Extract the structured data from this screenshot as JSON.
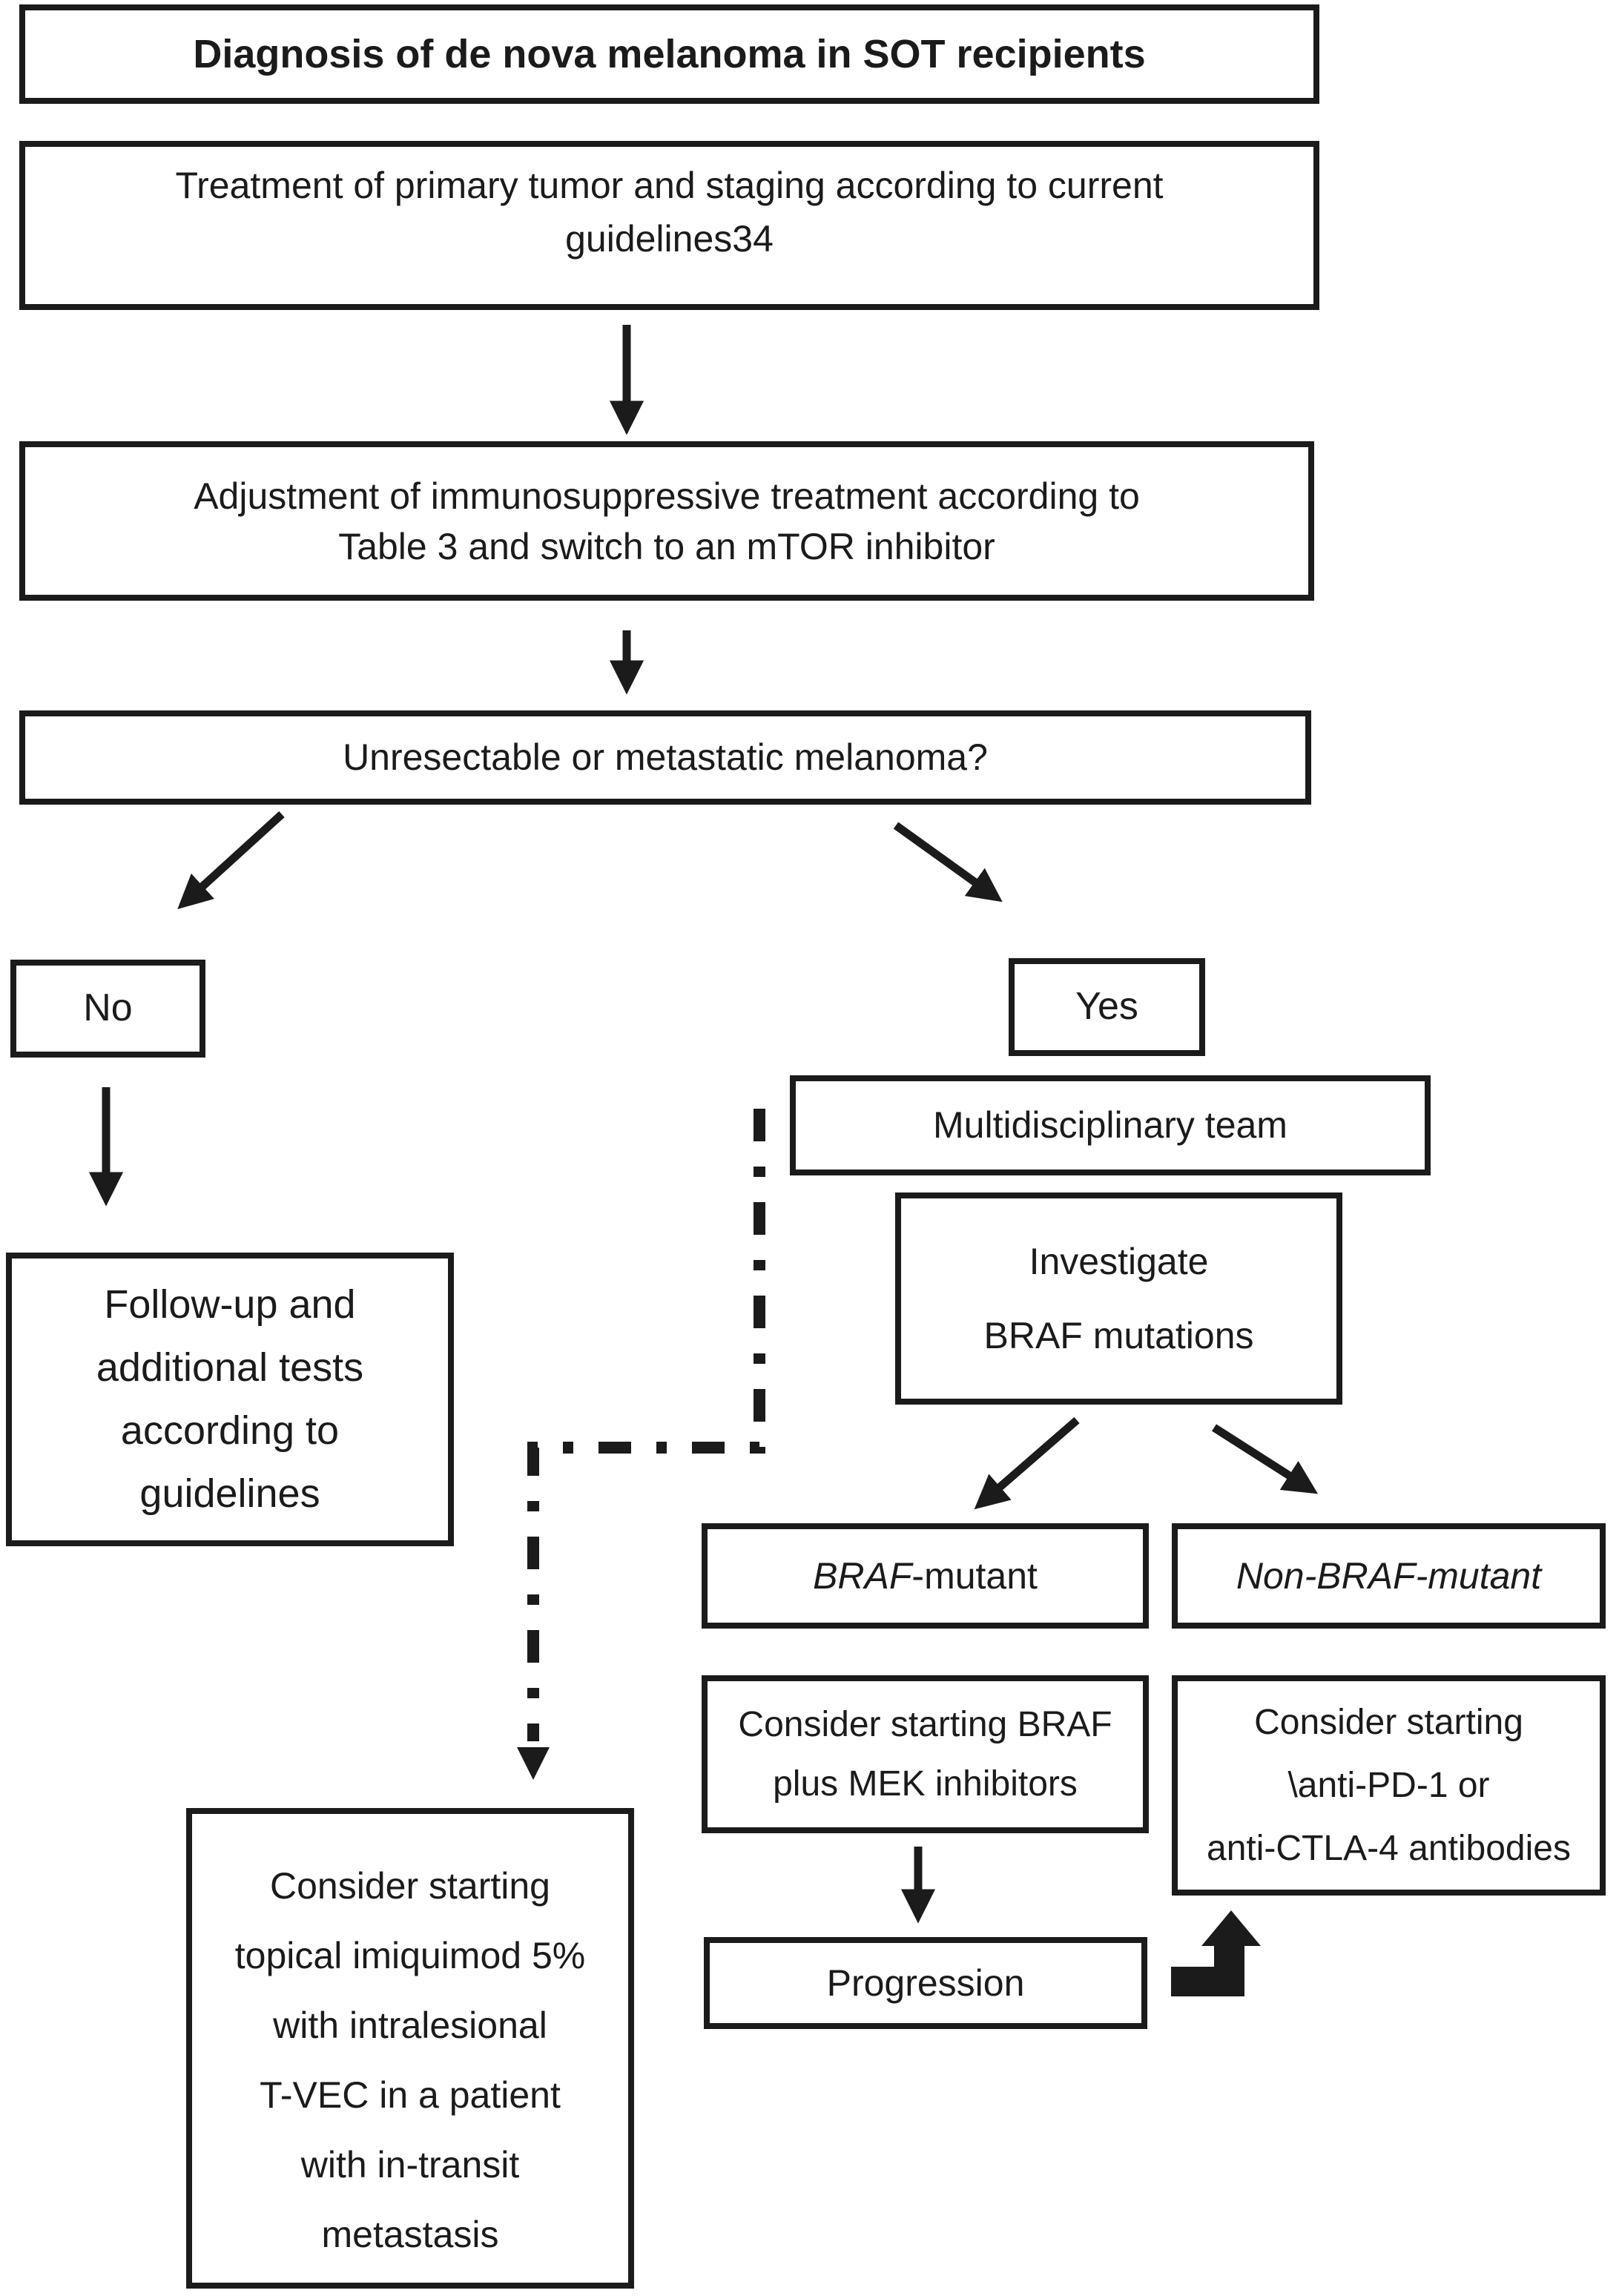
{
  "colors": {
    "ink": "#1b1b1b",
    "background": "#ffffff"
  },
  "diagram": {
    "title": "Diagnosis of de nova melanoma in SOT recipients",
    "treatment_box": {
      "line1": "Treatment of primary tumor and staging according to current",
      "line2": "guidelines34"
    },
    "adjustment_box": {
      "line1": "Adjustment of immunosuppressive treatment according to",
      "line2": "Table 3 and switch to an mTOR inhibitor"
    },
    "question_box": {
      "label": "Unresectable or metastatic melanoma?"
    },
    "no_box": {
      "label": "No"
    },
    "yes_box": {
      "label": "Yes"
    },
    "multidisciplinary_box": {
      "label": "Multidisciplinary team"
    },
    "investigate_box": {
      "line1": "Investigate",
      "line2": "BRAF mutations"
    },
    "followup_box": {
      "line1": "Follow-up and",
      "line2": "additional tests",
      "line3": "according to",
      "line4": "guidelines"
    },
    "braf_mutant_box": {
      "gene": "BRAF",
      "suffix": "-mutant"
    },
    "non_braf_mutant_box": {
      "label": "Non-BRAF-mutant"
    },
    "consider_braf_box": {
      "line1": "Consider starting BRAF",
      "line2": "plus MEK inhibitors"
    },
    "consider_antibodies_box": {
      "line1": "Consider starting",
      "line2": "\\anti-PD-1 or",
      "line3": "anti-CTLA-4 antibodies"
    },
    "progression_box": {
      "label": "Progression"
    },
    "imiquimod_box": {
      "line1": "Consider starting",
      "line2": "topical imiquimod 5%",
      "line3": "with intralesional",
      "line4": "T-VEC in a patient",
      "line5": "with in-transit",
      "line6": "metastasis"
    }
  }
}
